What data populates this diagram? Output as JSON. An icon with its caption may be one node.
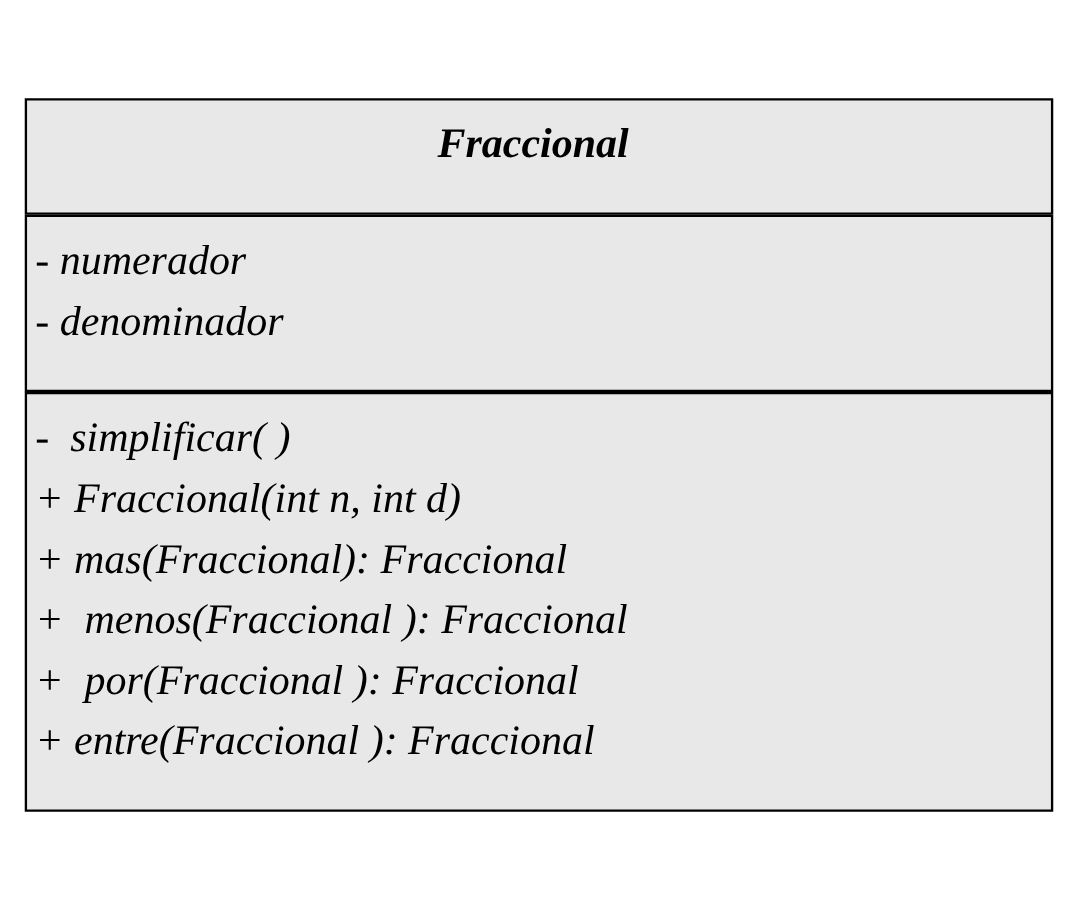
{
  "diagram": {
    "nodes": [
      {
        "text": [
          "Fraccional"
        ]
      },
      {
        "text": [
          "- numerador",
          "- denominador"
        ]
      },
      {
        "text": [
          "-  simplificar( )",
          "+ Fraccional(int n, int d)",
          "+ mas(Fraccional): Fraccional",
          "+  menos(Fraccional ): Fraccional",
          "+  por(Fraccional ): Fraccional",
          "+ entre(Fraccional ): Fraccional"
        ]
      }
    ]
  }
}
